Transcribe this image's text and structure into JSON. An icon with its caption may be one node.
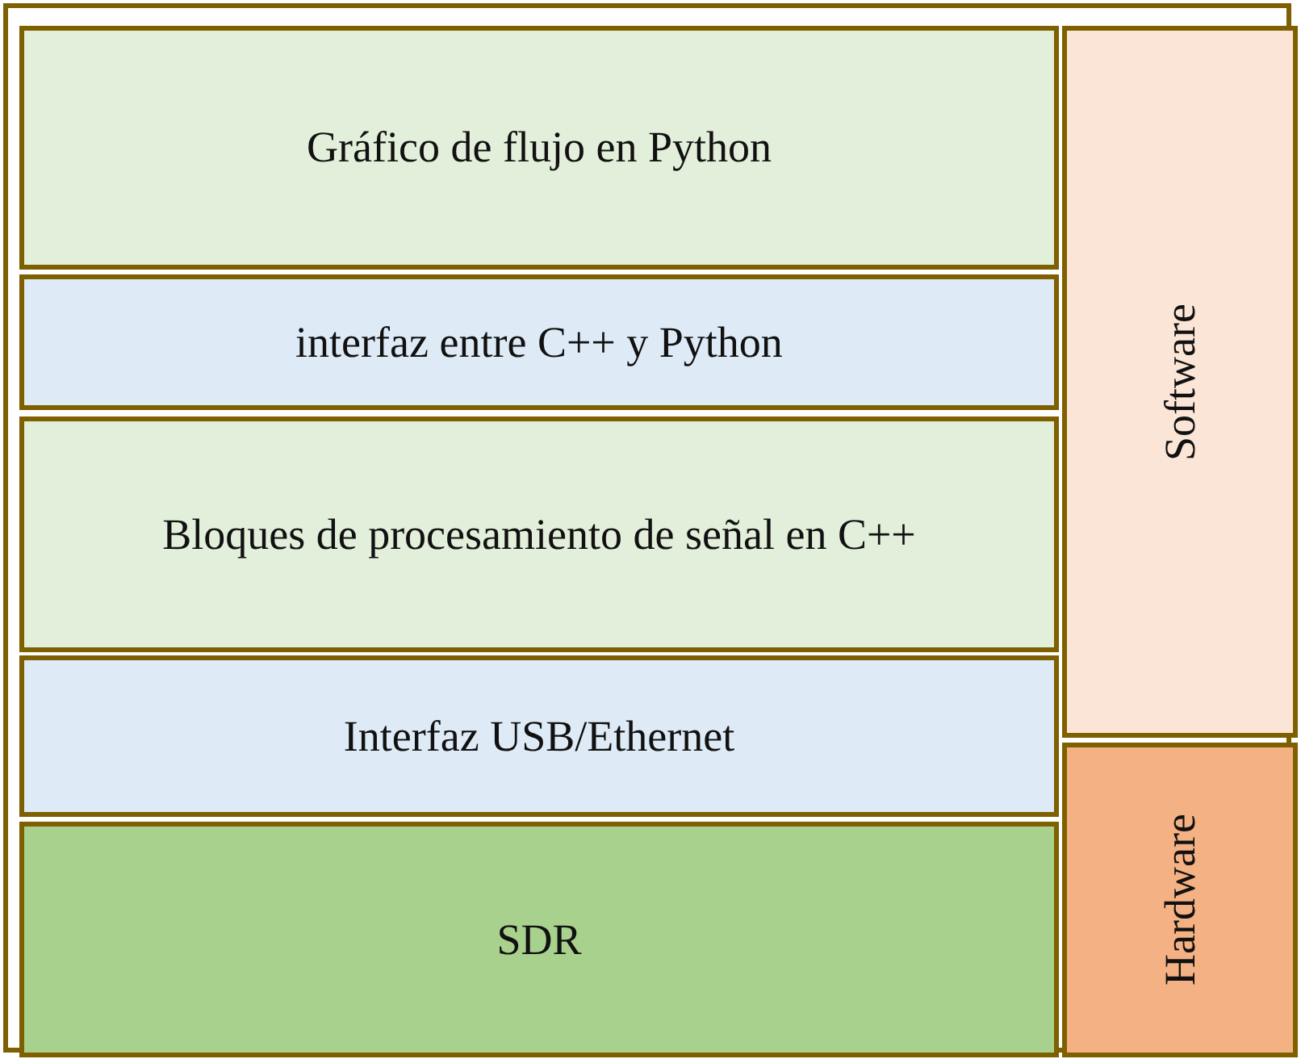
{
  "diagram": {
    "nodes": [
      {
        "text": [
          "Gráfico de flujo en Python"
        ]
      },
      {
        "text": [
          "interfaz entre C++ y Python"
        ]
      },
      {
        "text": [
          "Bloques de procesamiento de señal en C++"
        ]
      },
      {
        "text": [
          "Interfaz USB/Ethernet"
        ]
      },
      {
        "text": [
          "SDR"
        ]
      },
      {
        "text": [
          "Software"
        ]
      },
      {
        "text": [
          "Hardware"
        ]
      }
    ]
  }
}
